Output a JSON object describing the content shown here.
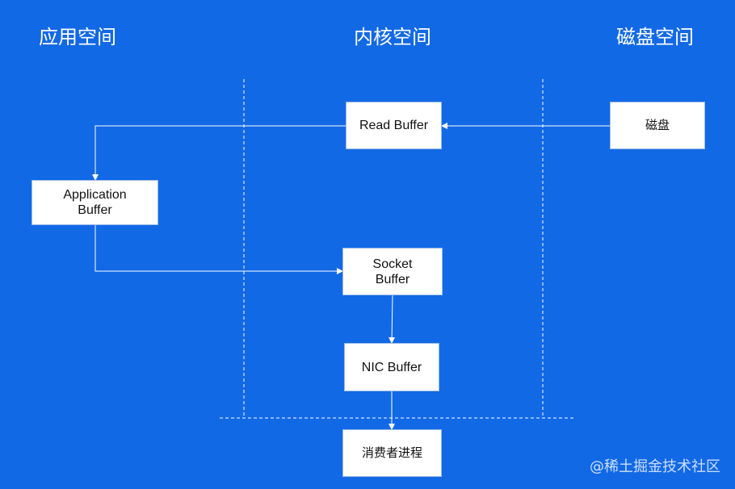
{
  "headers": {
    "app_space": "应用空间",
    "kernel_space": "内核空间",
    "disk_space": "磁盘空间"
  },
  "nodes": {
    "read_buffer": "Read Buffer",
    "disk": "磁盘",
    "application_buffer": [
      "Application",
      "Buffer"
    ],
    "socket_buffer": [
      "Socket",
      "Buffer"
    ],
    "nic_buffer": "NIC Buffer",
    "consumer_process": "消费者进程"
  },
  "watermark": "@稀土掘金技术社区",
  "colors": {
    "background": "#1269e6",
    "box_fill": "#ffffff",
    "line": "#ffffff"
  }
}
